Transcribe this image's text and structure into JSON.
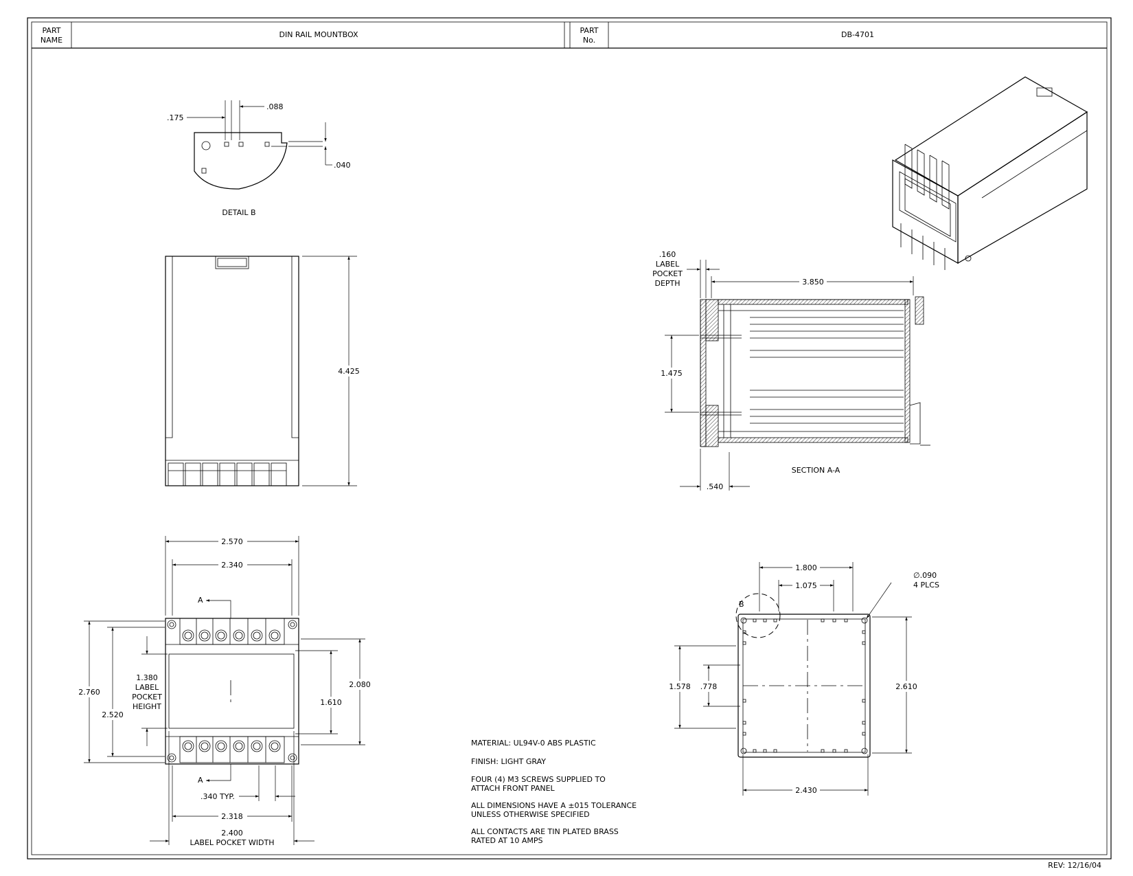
{
  "title_block": {
    "part_name_label": [
      "PART",
      "NAME"
    ],
    "part_name": "DIN RAIL MOUNTBOX",
    "part_no_label": [
      "PART",
      "No."
    ],
    "part_no": "DB-4701"
  },
  "revision": "REV: 12/16/04",
  "detail_b": {
    "title": "DETAIL B",
    "dim_175": ".175",
    "dim_088": ".088",
    "dim_040": ".040"
  },
  "side_view": {
    "dim_height": "4.425"
  },
  "section": {
    "title": "SECTION A-A",
    "pocket_depth_lines": [
      ".160",
      "LABEL",
      "POCKET",
      "DEPTH"
    ],
    "dim_length": "3.850",
    "dim_1475": "1.475",
    "dim_540": ".540"
  },
  "front_view": {
    "dim_2570": "2.570",
    "dim_2340": "2.340",
    "dim_2760": "2.760",
    "dim_2520": "2.520",
    "pocket_height_lines": [
      "1.380",
      "LABEL",
      "POCKET",
      "HEIGHT"
    ],
    "dim_2080": "2.080",
    "dim_1610": "1.610",
    "dim_340": ".340 TYP.",
    "dim_2318": "2.318",
    "dim_2400": "2.400",
    "pocket_width_label": "LABEL POCKET WIDTH",
    "section_mark": "A"
  },
  "bottom_view": {
    "dim_1800": "1.800",
    "dim_1075": "1.075",
    "hole_dia": "∅.090",
    "hole_count": "4 PLCS",
    "detail_mark": "B",
    "dim_1578": "1.578",
    "dim_778": ".778",
    "dim_2610": "2.610",
    "dim_2430": "2.430"
  },
  "notes": [
    [
      "MATERIAL: UL94V-0 ABS PLASTIC"
    ],
    [
      "FINISH: LIGHT GRAY"
    ],
    [
      "FOUR (4) M3 SCREWS SUPPLIED TO",
      "ATTACH FRONT PANEL"
    ],
    [
      "ALL DIMENSIONS HAVE A ±015 TOLERANCE",
      "UNLESS OTHERWISE SPECIFIED"
    ],
    [
      "ALL CONTACTS ARE TIN PLATED BRASS",
      "RATED AT 10 AMPS"
    ]
  ]
}
